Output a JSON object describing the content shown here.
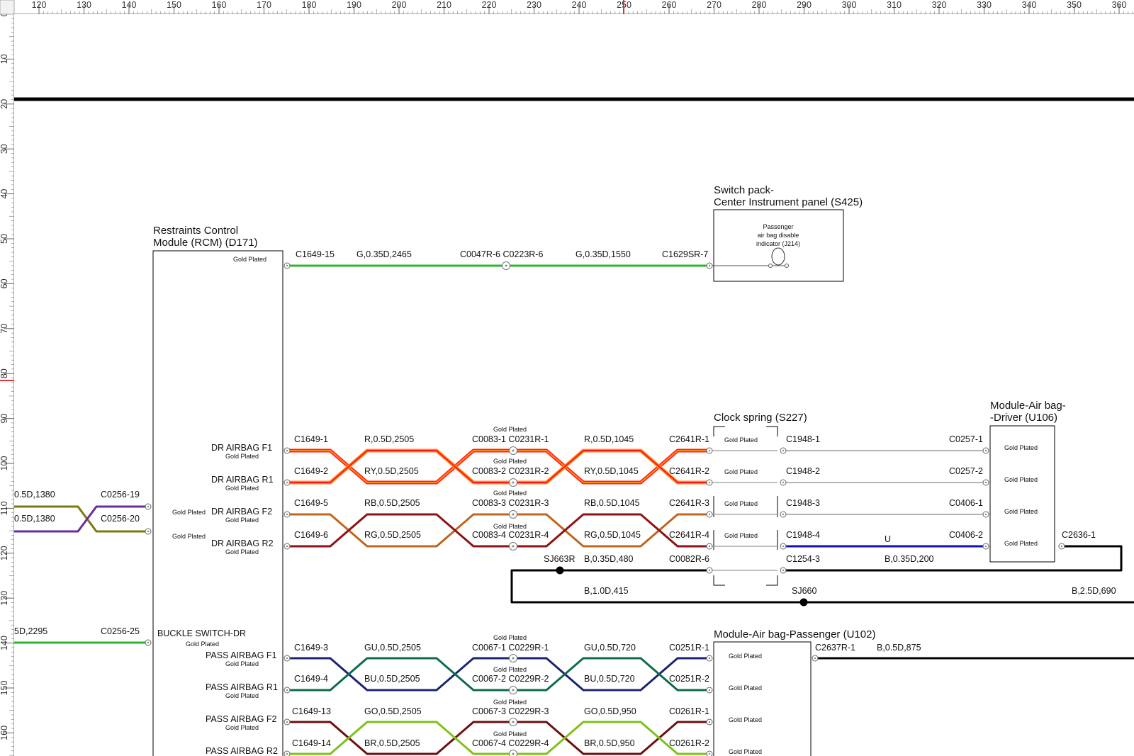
{
  "ruler": {
    "top_ticks": [
      "120",
      "130",
      "140",
      "150",
      "160",
      "170",
      "180",
      "190",
      "200",
      "210",
      "220",
      "230",
      "240",
      "250",
      "260",
      "270",
      "280",
      "290",
      "300",
      "310",
      "320",
      "330",
      "340",
      "350",
      "360"
    ],
    "left_ticks": [
      "0",
      "10",
      "20",
      "30",
      "40",
      "50",
      "60",
      "70",
      "80",
      "90",
      "100",
      "110",
      "120",
      "130",
      "140",
      "150",
      "160"
    ]
  },
  "components": {
    "rcm": {
      "title_line1": "Restraints Control",
      "title_line2": "Module (RCM) (D171)",
      "gold": "Gold Plated"
    },
    "switch_pack": {
      "title_line1": "Switch pack-",
      "title_line2": "Center Instrument panel (S425)",
      "inner_line1": "Passenger",
      "inner_line2": "air bag disable",
      "inner_line3": "indicator (J214)"
    },
    "clock_spring": {
      "title": "Clock spring (S227)",
      "gold": "Gold Plated"
    },
    "driver_airbag": {
      "title_line1": "Module-Air bag-",
      "title_line2": "-Driver (U106)",
      "gold": "Gold Plated"
    },
    "pass_airbag": {
      "title": "Module-Air bag-Passenger (U102)",
      "gold": "Gold Plated"
    }
  },
  "pins": {
    "dr_f1": "DR AIRBAG F1",
    "dr_r1": "DR AIRBAG R1",
    "dr_f2": "DR AIRBAG F2",
    "dr_r2": "DR AIRBAG R2",
    "buckle": "BUCKLE SWITCH-DR",
    "pass_f1": "PASS AIRBAG F1",
    "pass_r1": "PASS AIRBAG R1",
    "pass_f2": "PASS AIRBAG F2",
    "pass_r2": "PASS AIRBAG R2",
    "gold": "Gold Plated"
  },
  "labels": {
    "c1649_15": "C1649-15",
    "w_g1": "G,0.35D,2465",
    "c0047": "C0047R-6 C0223R-6",
    "w_g2": "G,0.35D,1550",
    "c1629": "C1629SR-7",
    "c1649_1": "C1649-1",
    "w_r1": "R,0.5D,2505",
    "c0083_1": "C0083-1 C0231R-1",
    "w_r2": "R,0.5D,1045",
    "c2641_1": "C2641R-1",
    "c1948_1": "C1948-1",
    "c0257_1": "C0257-1",
    "c1649_2": "C1649-2",
    "w_ry1": "RY,0.5D,2505",
    "c0083_2": "C0083-2 C0231R-2",
    "w_ry2": "RY,0.5D,1045",
    "c2641_2": "C2641R-2",
    "c1948_2": "C1948-2",
    "c0257_2": "C0257-2",
    "c1649_5": "C1649-5",
    "w_rb1": "RB,0.5D,2505",
    "c0083_3": "C0083-3 C0231R-3",
    "w_rb2": "RB,0.5D,1045",
    "c2641_3": "C2641R-3",
    "c1948_3": "C1948-3",
    "c0406_1": "C0406-1",
    "c1649_6": "C1649-6",
    "w_rg1": "RG,0.5D,2505",
    "c0083_4": "C0083-4 C0231R-4",
    "w_rg2": "RG,0.5D,1045",
    "c2641_4": "C2641R-4",
    "c1948_4": "C1948-4",
    "u": "U",
    "c0406_2": "C0406-2",
    "c2636": "C2636-1",
    "sj663": "SJ663R",
    "w_b1": "B,0.35D,480",
    "c0082": "C0082R-6",
    "c1254": "C1254-3",
    "w_b2": "B,0.35D,200",
    "w_b3": "B,1.0D,415",
    "sj660": "SJ660",
    "w_b4": "B,2.5D,690",
    "left_w1": "0.5D,1380",
    "left_c19": "C0256-19",
    "left_w2": "0.5D,1380",
    "left_c20": "C0256-20",
    "left_w3": "5D,2295",
    "left_c25": "C0256-25",
    "c1649_3": "C1649-3",
    "w_gu1": "GU,0.5D,2505",
    "c0067_1": "C0067-1 C0229R-1",
    "w_gu2": "GU,0.5D,720",
    "c0251_1": "C0251R-1",
    "c2637": "C2637R-1",
    "w_b5": "B,0.5D,875",
    "c1649_4": "C1649-4",
    "w_bu1": "BU,0.5D,2505",
    "c0067_2": "C0067-2 C0229R-2",
    "w_bu2": "BU,0.5D,720",
    "c0251_2": "C0251R-2",
    "c1649_13": "C1649-13",
    "w_go1": "GO,0.5D,2505",
    "c0067_3": "C0067-3 C0229R-3",
    "w_go2": "GO,0.5D,950",
    "c0261_1": "C0261R-1",
    "c1649_14": "C1649-14",
    "w_br1": "BR,0.5D,2505",
    "c0067_4": "C0067-4 C0229R-4",
    "w_br2": "BR,0.5D,950",
    "c0261_2": "C0261R-2"
  },
  "colors": {
    "green": "#2db52d",
    "red": "#ff1a1a",
    "orange": "#ff8a1a",
    "brown": "#c0651e",
    "darkred": "#8e1212",
    "navy": "#1c2472",
    "teal": "#0d6b4b",
    "olive": "#7a7a10",
    "purple": "#6a2b9e",
    "lime": "#7fc01a",
    "maroon": "#6b0f0f",
    "blue": "#1010c0",
    "black": "#000000",
    "grey": "#9a9a9a"
  }
}
